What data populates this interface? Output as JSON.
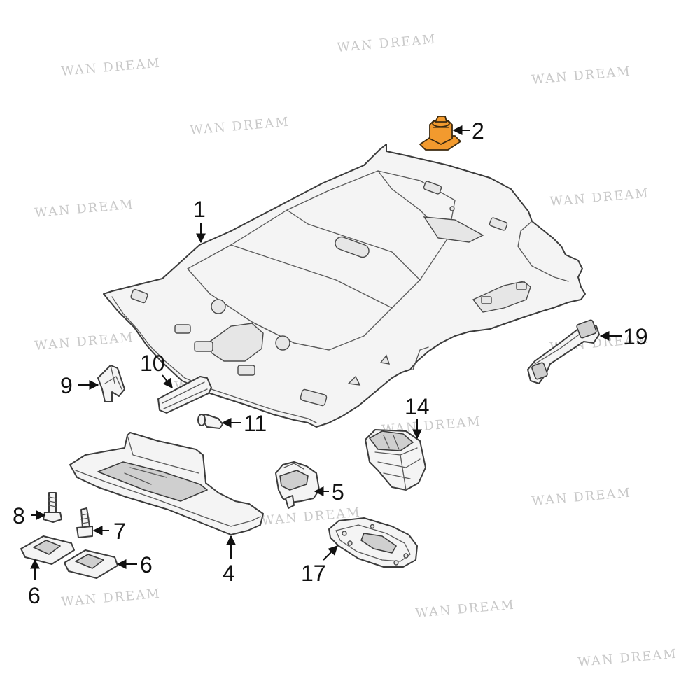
{
  "watermark": "WAN DREAM",
  "highlight_color": "#f29a2e",
  "callouts": {
    "c1": "1",
    "c2": "2",
    "c4": "4",
    "c5": "5",
    "c6a": "6",
    "c6b": "6",
    "c7": "7",
    "c8": "8",
    "c9": "9",
    "c10": "10",
    "c11": "11",
    "c14": "14",
    "c17": "17",
    "c19": "19"
  }
}
